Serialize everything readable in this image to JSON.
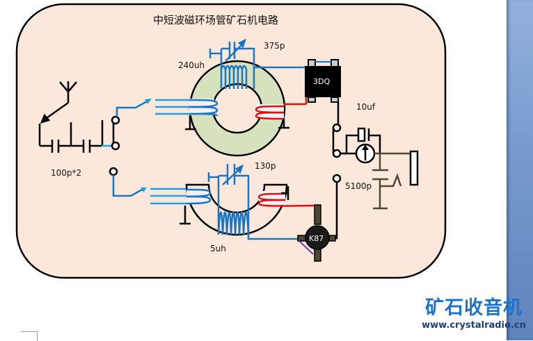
{
  "diagram": {
    "title": "中短波磁环场管矿石机电路",
    "colors": {
      "panel_fill": "#fce8da",
      "ring_fill": "#d5e2bd",
      "wire_blue": "#1b75c6",
      "wire_light_blue": "#1ea0e6",
      "wire_red": "#e01010",
      "wire_dark": "#4d4631",
      "wire_purple": "#6a3fb0",
      "sidebar": "#7a9ccf",
      "watermark_blue": "#1a73c9"
    },
    "components": {
      "tuning_cap_top": "375p",
      "inductor_top": "240uh",
      "transistor_top": "3DQ",
      "coupling_cap": "10uf",
      "antenna_caps": "100p*2",
      "tuning_cap_bottom": "130p",
      "inductor_bottom": "5uh",
      "transistor_bottom": "K87",
      "bypass_cap": "5100p"
    }
  },
  "watermark": {
    "title": "矿石收音机",
    "url": "www.crystalradio.cn"
  }
}
